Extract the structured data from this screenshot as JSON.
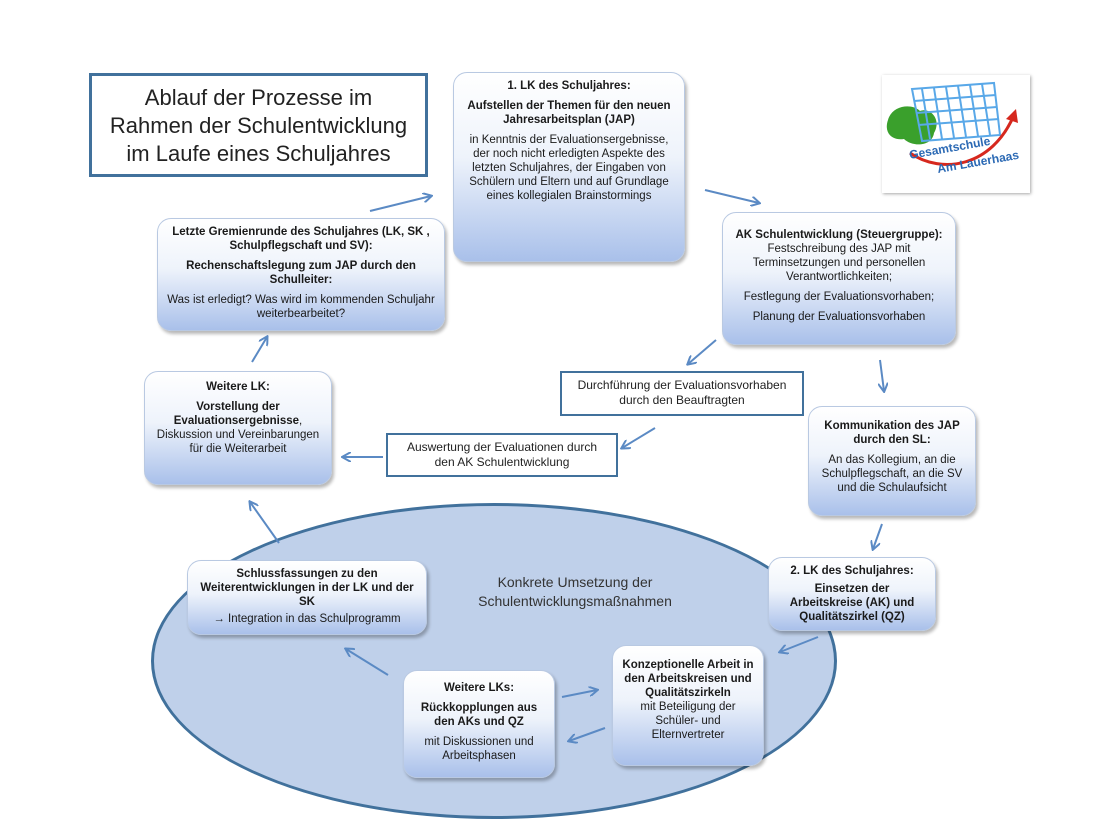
{
  "title": {
    "line1": "Ablauf der Prozesse im",
    "line2": "Rahmen der Schulentwicklung",
    "line3": "im Laufe eines Schuljahres"
  },
  "logo": {
    "icon": "school-building-logo",
    "text_line1": "Gesamtschule",
    "text_line2": "Am Lauerhaas"
  },
  "boxes": {
    "lk1": {
      "heading": "1. LK des Schuljahres:",
      "subheading": "Aufstellen der Themen für den neuen Jahresarbeitsplan (JAP)",
      "body": "in Kenntnis der Evaluationsergebnisse, der noch nicht erledigten Aspekte des letzten Schuljahres, der Eingaben von Schülern und Eltern und auf Grundlage eines kollegialen Brainstormings"
    },
    "ak_steuer": {
      "heading": "AK Schulentwicklung (Steuergruppe):",
      "line1": "Festschreibung des JAP mit Terminsetzungen und personellen Verantwortlichkeiten;",
      "line2": "Festlegung der Evaluationsvorhaben;",
      "line3": "Planung der Evaluationsvorhaben"
    },
    "kommunikation": {
      "heading": "Kommunikation des JAP durch den SL:",
      "body": "An das Kollegium, an die Schulpflegschaft, an die SV und die Schulaufsicht"
    },
    "lk2": {
      "heading": "2. LK des Schuljahres:",
      "body": "Einsetzen der Arbeitskreise (AK) und Qualitätszirkel (QZ)"
    },
    "konzept": {
      "heading": "Konzeptionelle Arbeit in den Arbeitskreisen und Qualitätszirkeln",
      "body": "mit Beteiligung der Schüler- und Elternvertreter"
    },
    "weitere_lks": {
      "heading": "Weitere LKs:",
      "subheading": "Rückkopplungen aus den AKs und QZ",
      "body": "mit Diskussionen und Arbeitsphasen"
    },
    "schluss": {
      "heading": "Schlussfassungen zu den Weiterentwicklungen in der LK und der SK",
      "body": "→ Integration in das Schulprogramm"
    },
    "weitere_lk": {
      "heading": "Weitere LK:",
      "subheading": "Vorstellung der Evaluationsergebnisse",
      "comma": ",",
      "body": "Diskussion und Vereinbarungen für die Weiterarbeit"
    },
    "gremien": {
      "heading": "Letzte Gremienrunde des Schuljahres (LK, SK , Schulpflegschaft und SV):",
      "subheading": "Rechenschaftslegung zum JAP durch den Schulleiter:",
      "body": "Was ist erledigt? Was wird im kommenden Schuljahr weiterbearbeitet?"
    }
  },
  "outlined": {
    "durchfuehrung": "Durchführung der Evaluationsvorhaben durch den Beauftragten",
    "auswertung": "Auswertung der Evaluationen durch den AK Schulentwicklung"
  },
  "ellipse_label": {
    "line1": "Konkrete Umsetzung der",
    "line2": "Schulentwicklungsmaßnahmen"
  },
  "colors": {
    "box_gradient_bottom": "#a9c0ea",
    "box_border": "#b9c9e2",
    "outline_blue": "#41719c",
    "ellipse_fill": "#bfd0ea",
    "arrow": "#5b8ac4"
  }
}
